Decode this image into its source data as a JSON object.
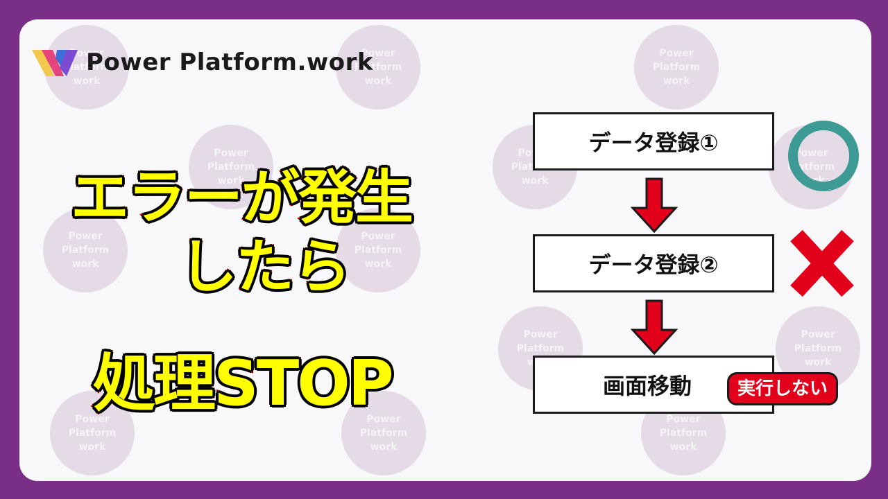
{
  "logo": {
    "text": "Power Platform.work"
  },
  "watermark": {
    "text": "Power\nPlatform\nwork"
  },
  "headline": {
    "line1": "エラーが発生",
    "line2": "したら",
    "line3": "処理STOP"
  },
  "flow": {
    "step1": "データ登録①",
    "step2": "データ登録②",
    "step3": "画面移動",
    "step3_note": "実行しない"
  },
  "colors": {
    "frame": "#7a2f86",
    "headline_fill": "#ffff00",
    "headline_stroke": "#e60000",
    "ok_mark": "#3d9a94",
    "ng_mark": "#e3001b"
  }
}
